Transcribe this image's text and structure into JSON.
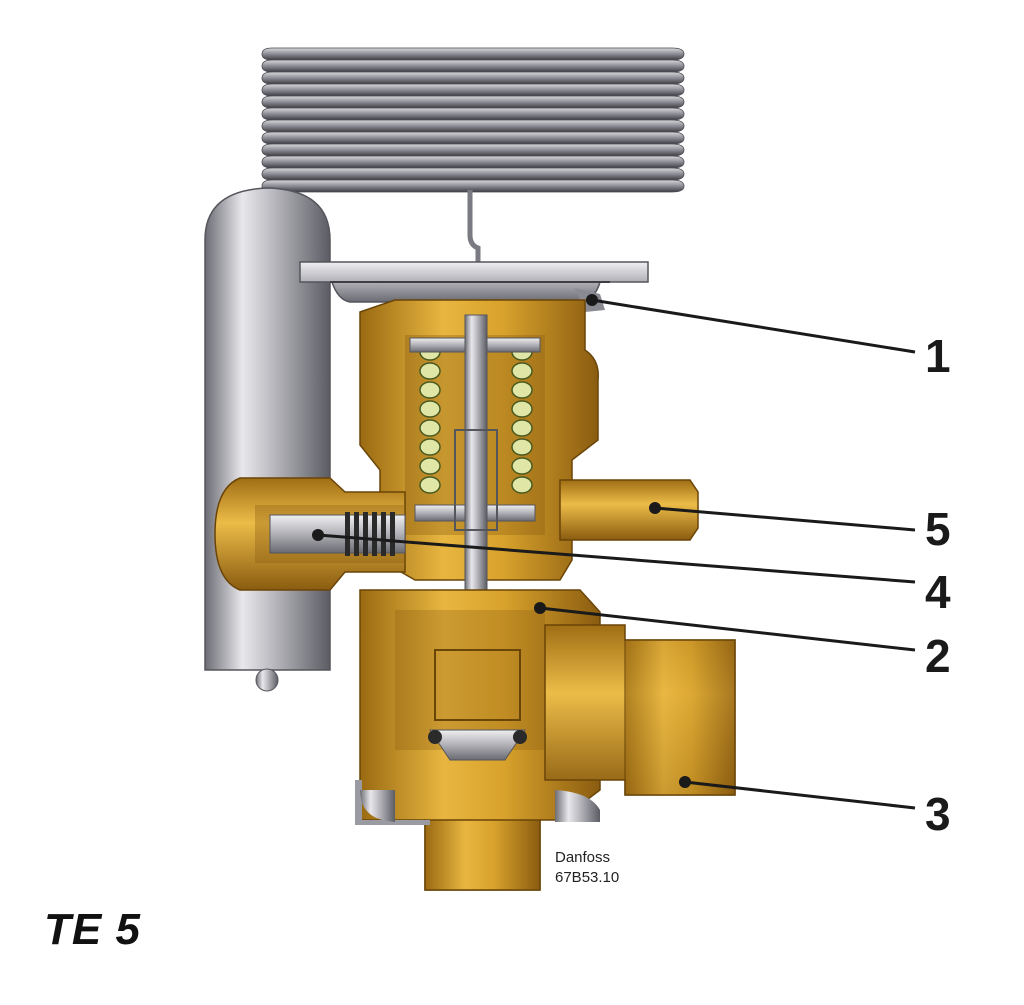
{
  "title": "TE 5",
  "credit": {
    "brand": "Danfoss",
    "code": "67B53.10"
  },
  "callouts": [
    {
      "id": "1",
      "label": "1"
    },
    {
      "id": "5",
      "label": "5"
    },
    {
      "id": "4",
      "label": "4"
    },
    {
      "id": "2",
      "label": "2"
    },
    {
      "id": "3",
      "label": "3"
    }
  ],
  "colors": {
    "brass_light": "#e6b43a",
    "brass_mid": "#c9921f",
    "brass_dark": "#8a5c10",
    "steel_light": "#e2e2e6",
    "steel_mid": "#a6a6ad",
    "steel_dark": "#5c5c64",
    "spring": "#dfe6a6",
    "leader": "#1a1a1a"
  }
}
